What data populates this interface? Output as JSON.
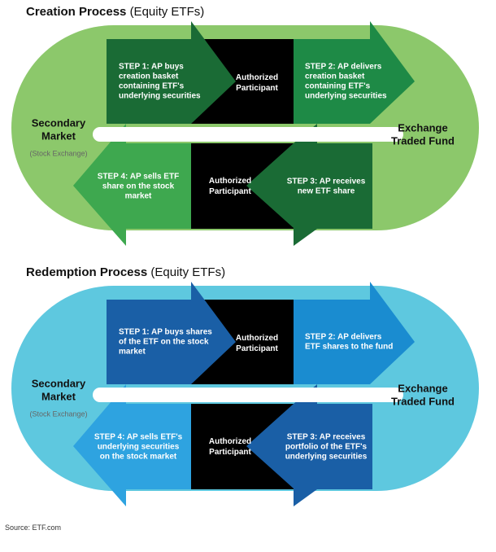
{
  "creation": {
    "title_bold": "Creation Process",
    "title_sub": "(Equity ETFs)",
    "colors": {
      "pill": "#8cc86b",
      "dark": "#1a6b35",
      "mid": "#1e8a46",
      "light": "#3ea84f",
      "black": "#000000"
    },
    "left_label": [
      "Secondary",
      "Market"
    ],
    "left_sub": "(Stock Exchange)",
    "right_label": [
      "Exchange",
      "Traded Fund"
    ],
    "ap_top": [
      "Authorized",
      "Participant"
    ],
    "ap_bottom": [
      "Authorized",
      "Participant"
    ],
    "step1": [
      "STEP 1: AP buys",
      "creation basket",
      "containing ETF's",
      "underlying securities"
    ],
    "step2": [
      "STEP 2: AP delivers",
      "creation basket",
      "containing ETF's",
      "underlying securities"
    ],
    "step3": [
      "STEP 3: AP receives",
      "new ETF share"
    ],
    "step4": [
      "STEP 4: AP sells ETF",
      "share on the stock",
      "market"
    ]
  },
  "redemption": {
    "title_bold": "Redemption Process",
    "title_sub": "(Equity ETFs)",
    "colors": {
      "pill": "#5ec8df",
      "dark": "#1a5fa6",
      "mid": "#1a8cd0",
      "light": "#2ea3e0",
      "black": "#000000"
    },
    "left_label": [
      "Secondary",
      "Market"
    ],
    "left_sub": "(Stock Exchange)",
    "right_label": [
      "Exchange",
      "Traded Fund"
    ],
    "ap_top": [
      "Authorized",
      "Participant"
    ],
    "ap_bottom": [
      "Authorized",
      "Participant"
    ],
    "step1": [
      "STEP 1: AP buys shares",
      "of the ETF on the stock",
      "market"
    ],
    "step2": [
      "STEP 2: AP delivers",
      "ETF shares to the fund"
    ],
    "step3": [
      "STEP 3: AP receives",
      "portfolio of the ETF's",
      "underlying securities"
    ],
    "step4": [
      "STEP 4: AP sells ETF's",
      "underlying securities",
      "on the stock market"
    ]
  },
  "source": "Source: ETF.com"
}
